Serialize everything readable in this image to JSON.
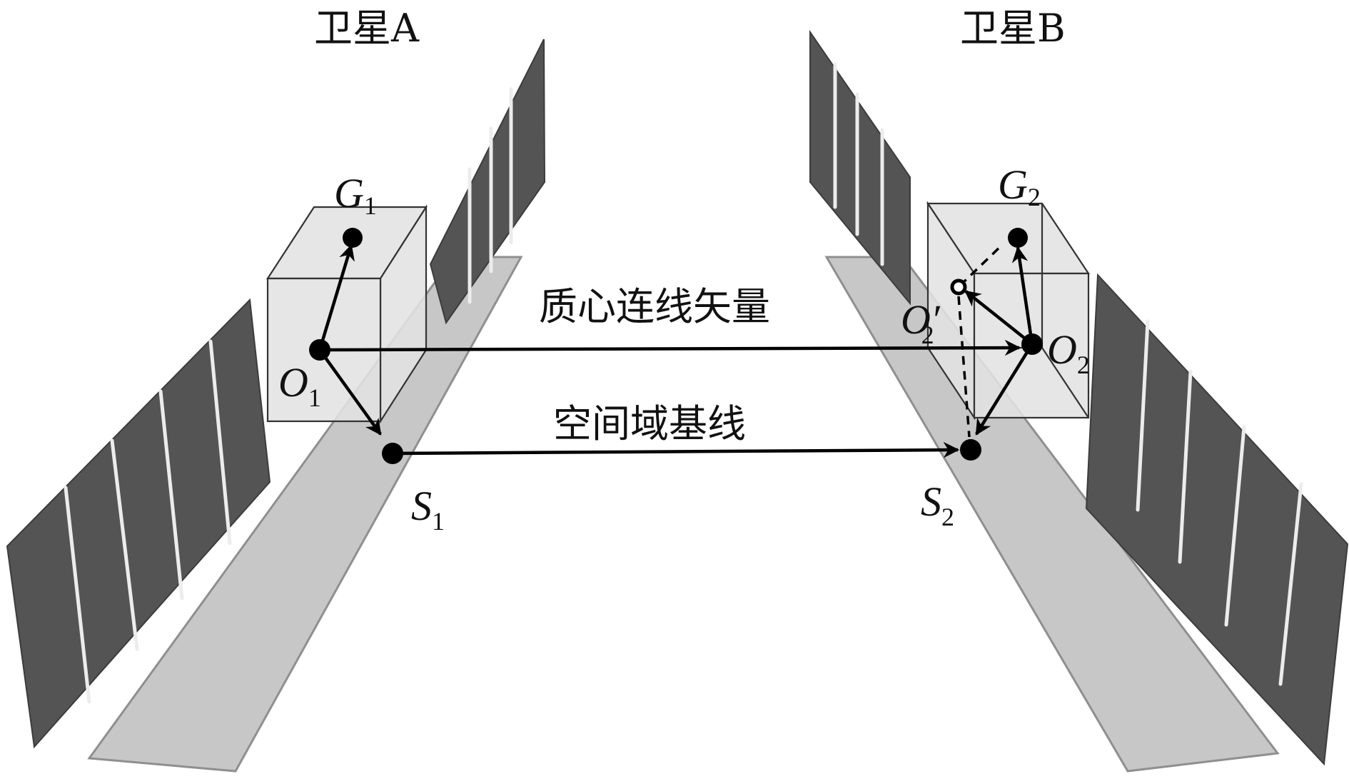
{
  "satellite_a": {
    "title": "卫星A",
    "centroid": {
      "main": "G",
      "sub": "1"
    },
    "origin": {
      "main": "O",
      "sub": "1"
    },
    "antenna": {
      "main": "S",
      "sub": "1"
    }
  },
  "satellite_b": {
    "title": "卫星B",
    "centroid": {
      "main": "G",
      "sub": "2"
    },
    "origin": {
      "main": "O",
      "sub": "2"
    },
    "origin_projected": {
      "main": "O′",
      "sub": "2"
    },
    "antenna": {
      "main": "S",
      "sub": "2"
    }
  },
  "links": {
    "centroid_vector_label": "质心连线矢量",
    "spatial_baseline_label": "空间域基线"
  }
}
